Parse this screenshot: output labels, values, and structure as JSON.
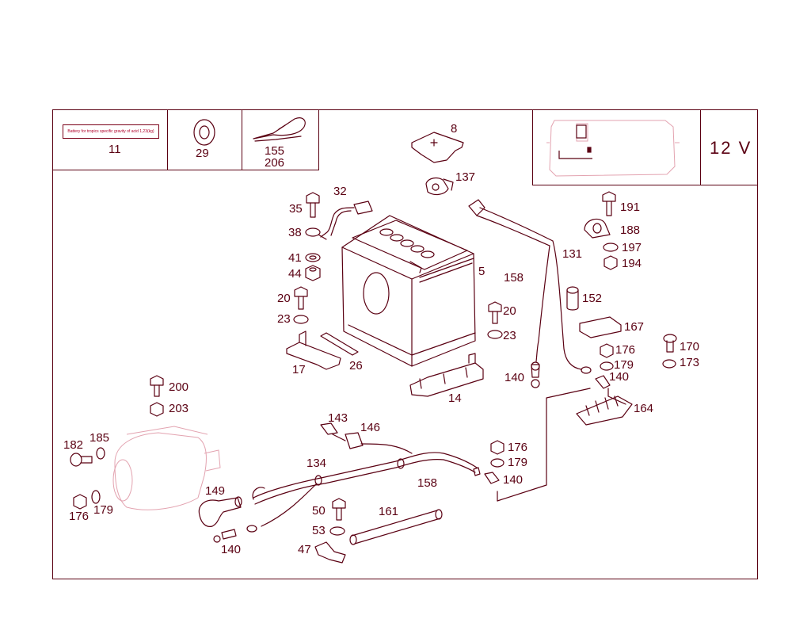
{
  "colors": {
    "line": "#5a0012",
    "accent": "#b0002a",
    "faint": "#e3a3b0"
  },
  "header": {
    "voltage": "12 V",
    "battery_label_text": "Battery for tropics specific gravity of acid 1,23(kg)"
  },
  "callouts": {
    "c11": "11",
    "c29": "29",
    "c155": "155",
    "c206": "206",
    "c8": "8",
    "c137": "137",
    "c32": "32",
    "c35": "35",
    "c38": "38",
    "c41": "41",
    "c44": "44",
    "c20a": "20",
    "c23a": "23",
    "c17": "17",
    "c26": "26",
    "c5": "5",
    "c158a": "158",
    "c131": "131",
    "c20b": "20",
    "c23b": "23",
    "c14": "14",
    "c140a": "140",
    "c191": "191",
    "c188": "188",
    "c197": "197",
    "c194": "194",
    "c152": "152",
    "c167": "167",
    "c176a": "176",
    "c179a": "179",
    "c140b": "140",
    "c170": "170",
    "c173": "173",
    "c164": "164",
    "c200": "200",
    "c203": "203",
    "c182": "182",
    "c185": "185",
    "c176b": "176",
    "c179b": "179",
    "c143": "143",
    "c146": "146",
    "c134": "134",
    "c158b": "158",
    "c176c": "176",
    "c179c": "179",
    "c140c": "140",
    "c149": "149",
    "c140d": "140",
    "c50": "50",
    "c161": "161",
    "c53": "53",
    "c47": "47"
  }
}
